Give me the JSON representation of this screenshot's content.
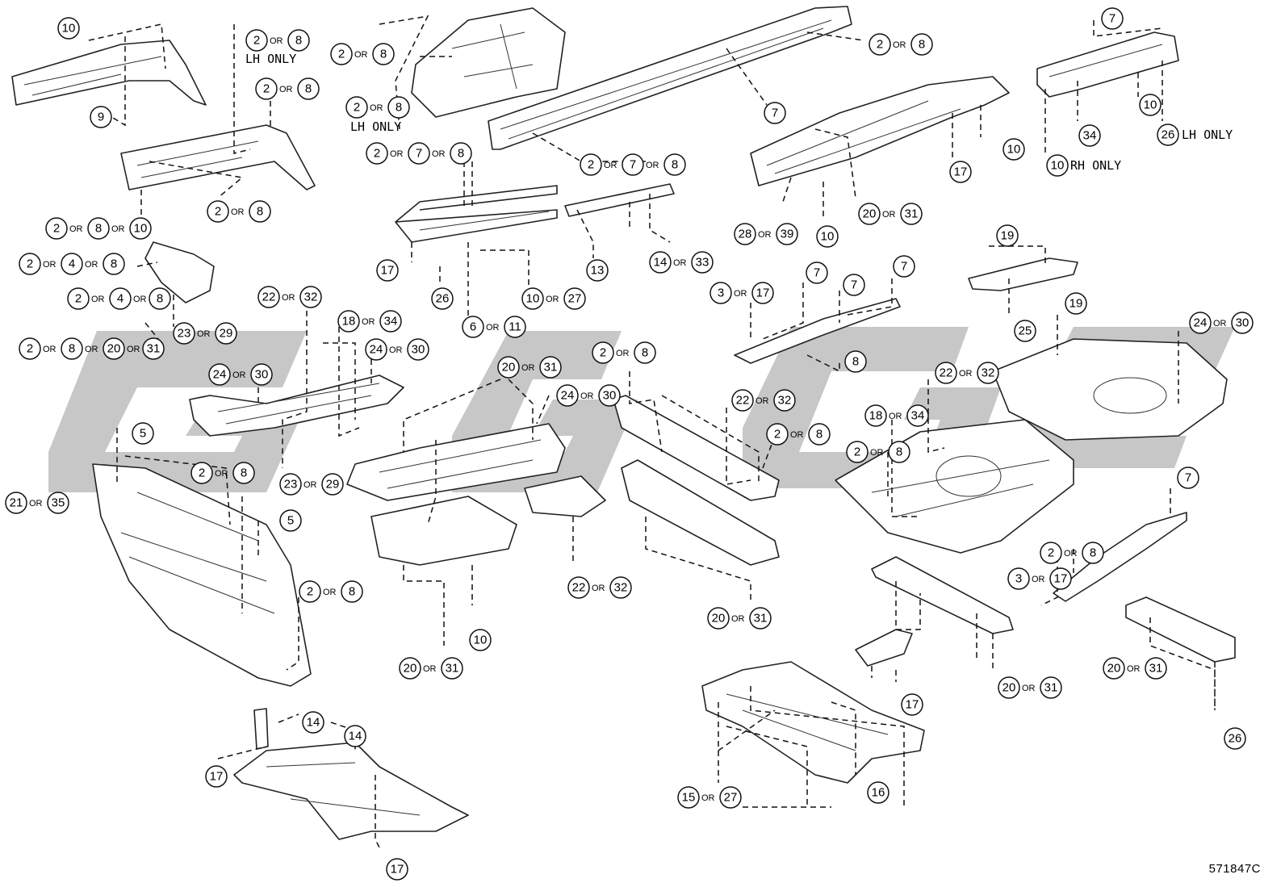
{
  "figure_id": "571847C",
  "watermark": "GGC",
  "notes": {
    "lh_only": "LH ONLY",
    "rh_only": "RH ONLY",
    "or": "OR"
  },
  "callouts": {
    "c10_top": "10",
    "c9": "9",
    "c28_lh": "2",
    "c8_lh": "8",
    "c2_8_a": "2",
    "c8_a": "8",
    "c2_8_b": "2",
    "c8_b": "8",
    "c2_8_10": "2",
    "c8_10": "8",
    "c10_10": "10",
    "c2_4_8": "2",
    "c4_4_8": "4",
    "c8_4_8": "8",
    "c2_4_8b": "2",
    "c4_4_8b": "4",
    "c8_4_8b": "8",
    "c23": "23",
    "c29": "29",
    "c2_big": "2",
    "c8_big": "8",
    "c20_big": "20",
    "c31_big": "31",
    "c2_t1": "2",
    "c8_t1": "8",
    "c2_t2": "2",
    "c8_t2": "8",
    "c2_7_8": "2",
    "c7_7_8": "7",
    "c8_7_8": "8",
    "c2_7_8b": "2",
    "c7_7_8b": "7",
    "c8_7_8b": "8",
    "c2_tr": "2",
    "c8_tr": "8",
    "c7_mid": "7",
    "c17_a": "17",
    "c26_a": "26",
    "c6": "6",
    "c11": "11",
    "c10_27": "10",
    "c27_27": "27",
    "c13": "13",
    "c14_33": "14",
    "c33": "33",
    "c7_r": "7",
    "c10_r": "10",
    "c34_r": "34",
    "c26_r": "26",
    "c10_rh": "10",
    "c10_rr": "10",
    "c17_rr": "17",
    "c28": "28",
    "c39": "39",
    "c10_rr2": "10",
    "c20_rr": "20",
    "c31_rr": "31",
    "c22_a": "22",
    "c32_a": "32",
    "c18_a": "18",
    "c34_a": "34",
    "c24_a": "24",
    "c30_a": "30",
    "c24_b": "24",
    "c30_b": "30",
    "c23_b": "23",
    "c29_b": "29",
    "c5_a": "5",
    "c5_b": "5",
    "c21": "21",
    "c35": "35",
    "c2_dash": "2",
    "c8_dash": "8",
    "c2_dash2": "2",
    "c8_dash2": "8",
    "c20_m": "20",
    "c31_m": "31",
    "c24_m": "24",
    "c30_m": "30",
    "c22_m": "22",
    "c32_m": "32",
    "c10_m": "10",
    "c20_m2": "20",
    "c31_m2": "31",
    "c2_m3": "2",
    "c8_m3": "8",
    "c22_m3": "22",
    "c32_m3": "32",
    "c2_m4": "2",
    "c8_m4": "8",
    "c20_m4": "20",
    "c31_m4": "31",
    "c3_17": "3",
    "c17_317": "17",
    "c7_a1": "7",
    "c7_a2": "7",
    "c7_a3": "7",
    "c8_a4": "8",
    "c19_a": "19",
    "c25": "25",
    "c19_b": "19",
    "c24_c": "24",
    "c30_c": "30",
    "c22_c": "22",
    "c32_c": "32",
    "c18_c": "18",
    "c34_c": "34",
    "c2_c": "2",
    "c8_c": "8",
    "c7_c": "7",
    "c2_c2": "2",
    "c8_c2": "8",
    "c3_c": "3",
    "c17_c": "17",
    "c20_c": "20",
    "c31_c": "31",
    "c20_c2": "20",
    "c31_c2": "31",
    "c26_c": "26",
    "c17_d": "17",
    "c14_e": "14",
    "c14_f": "14",
    "c17_e": "17",
    "c17_f": "17",
    "c15": "15",
    "c27_d": "27",
    "c16": "16"
  }
}
